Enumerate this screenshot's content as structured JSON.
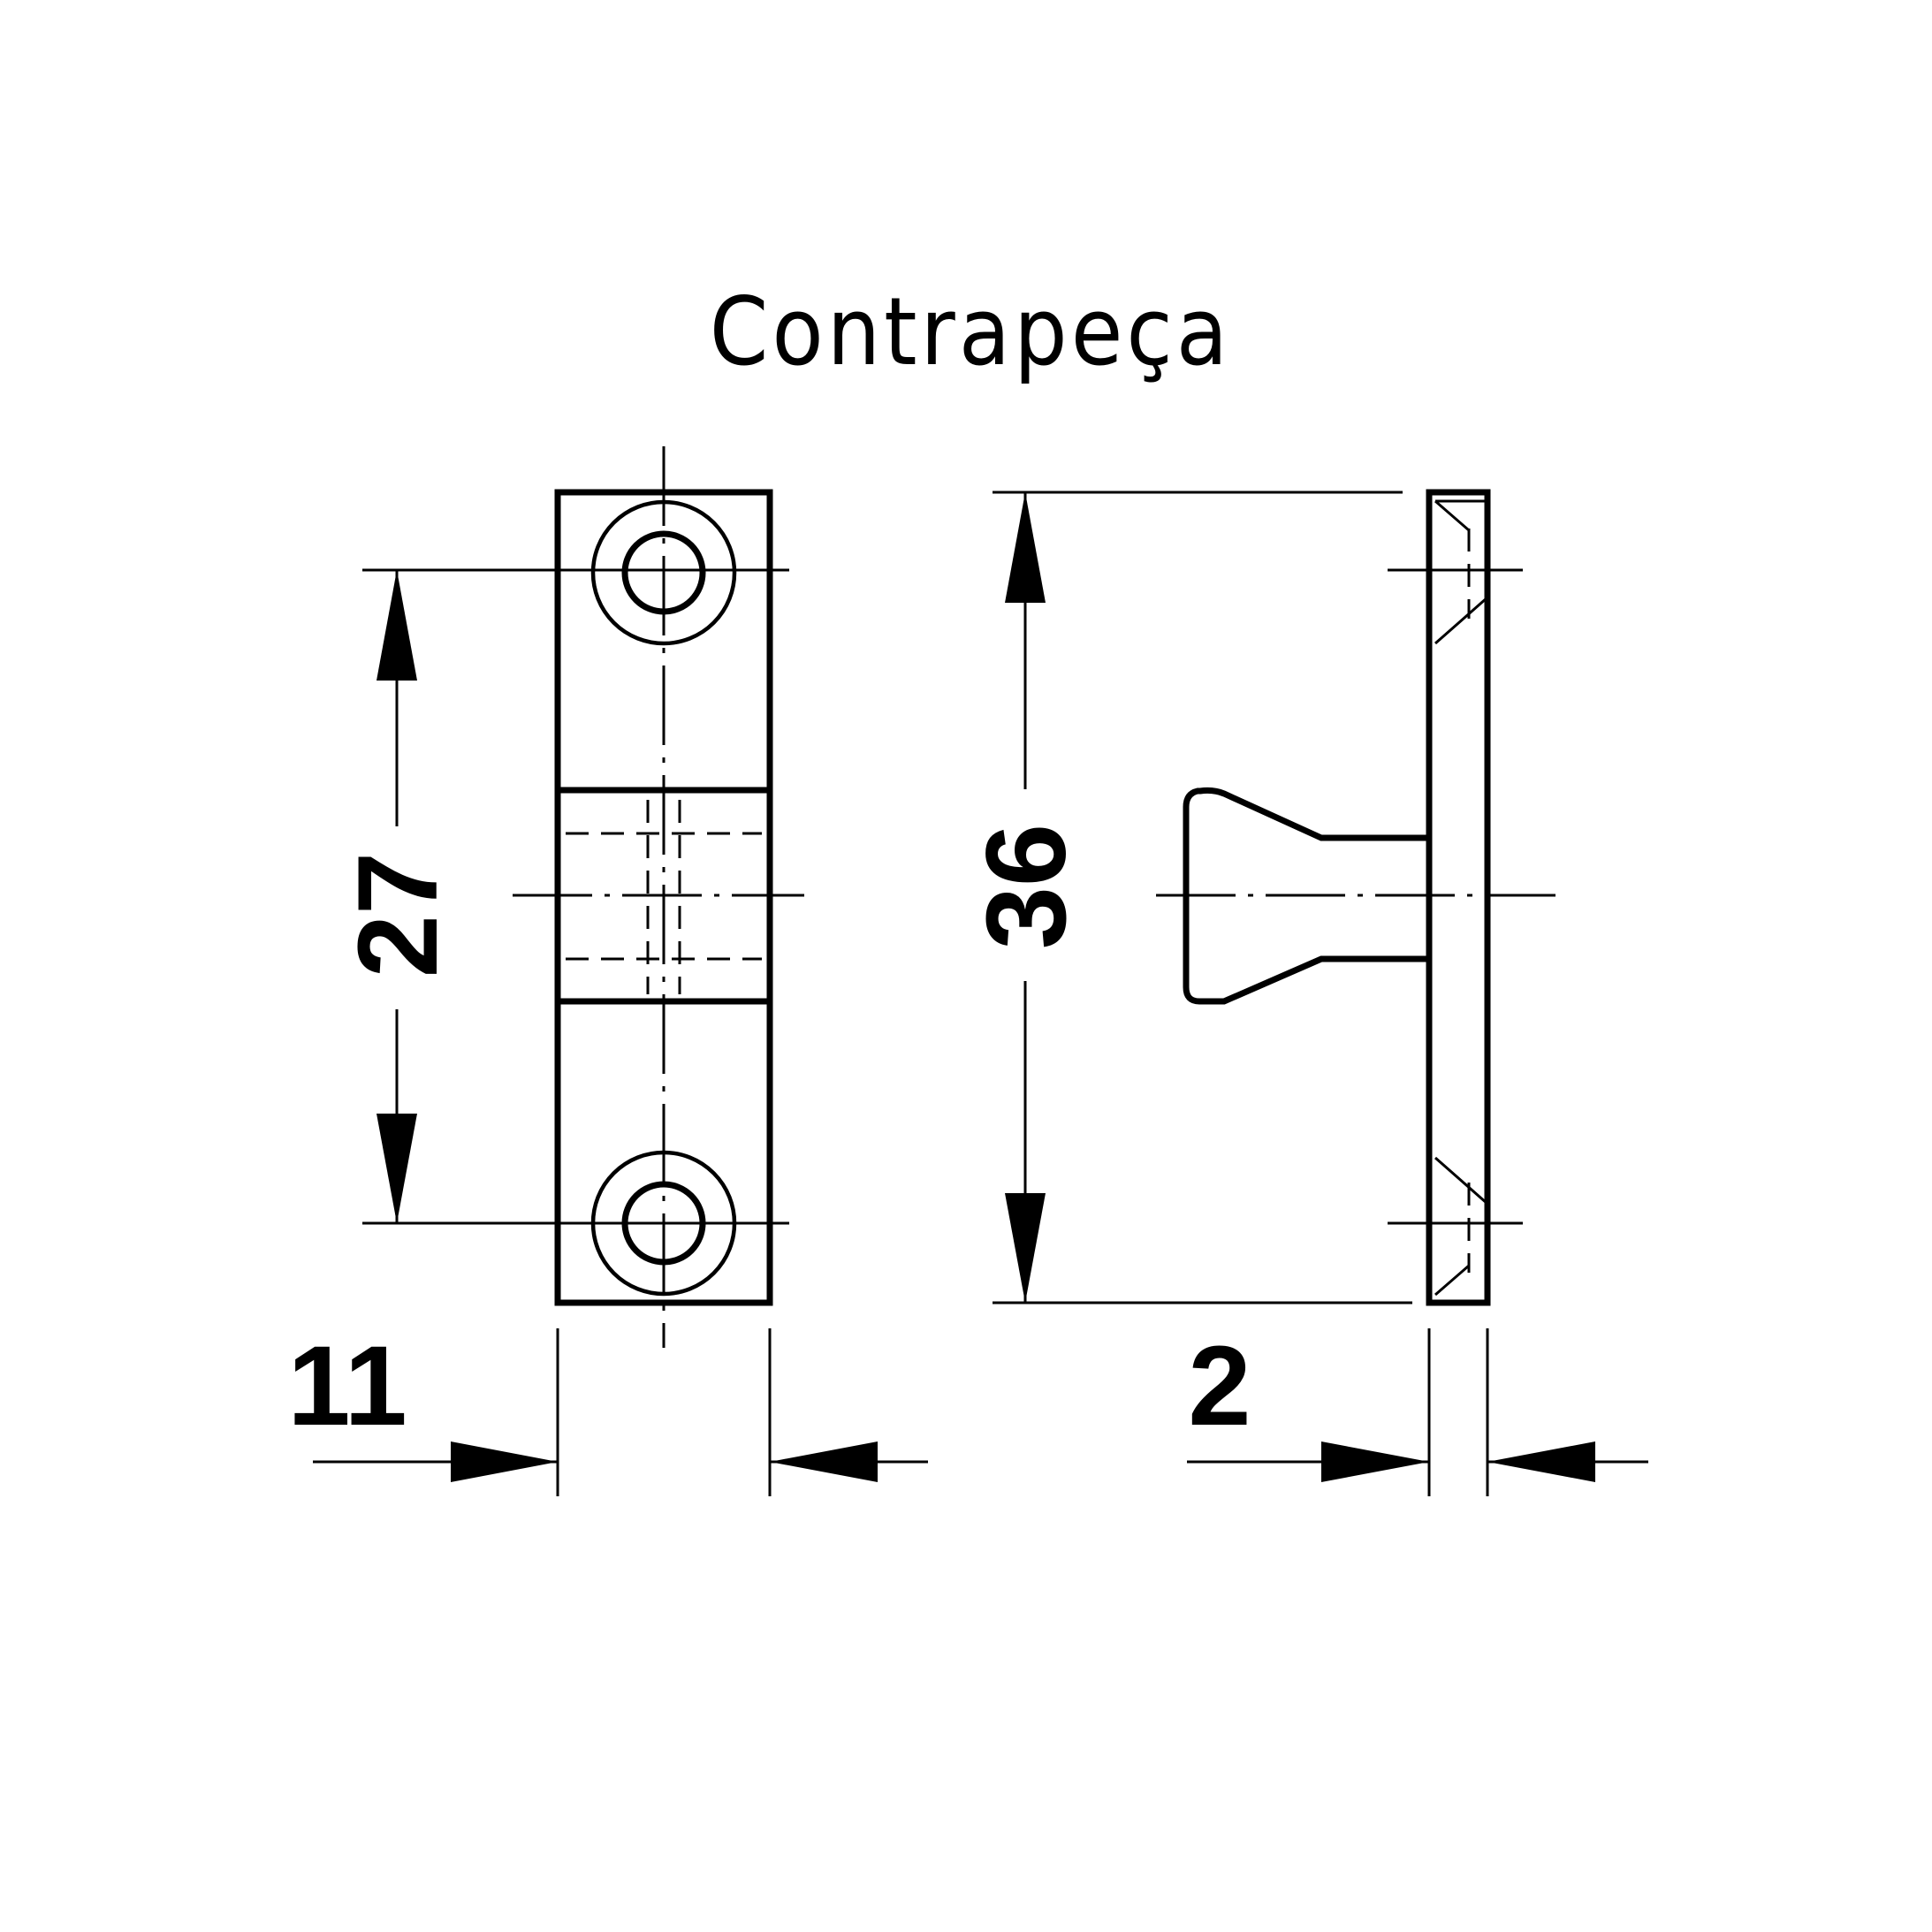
{
  "title": "Contrapeça",
  "dimensions": {
    "spacing": "27",
    "height": "36",
    "width": "11",
    "thickness": "2"
  }
}
